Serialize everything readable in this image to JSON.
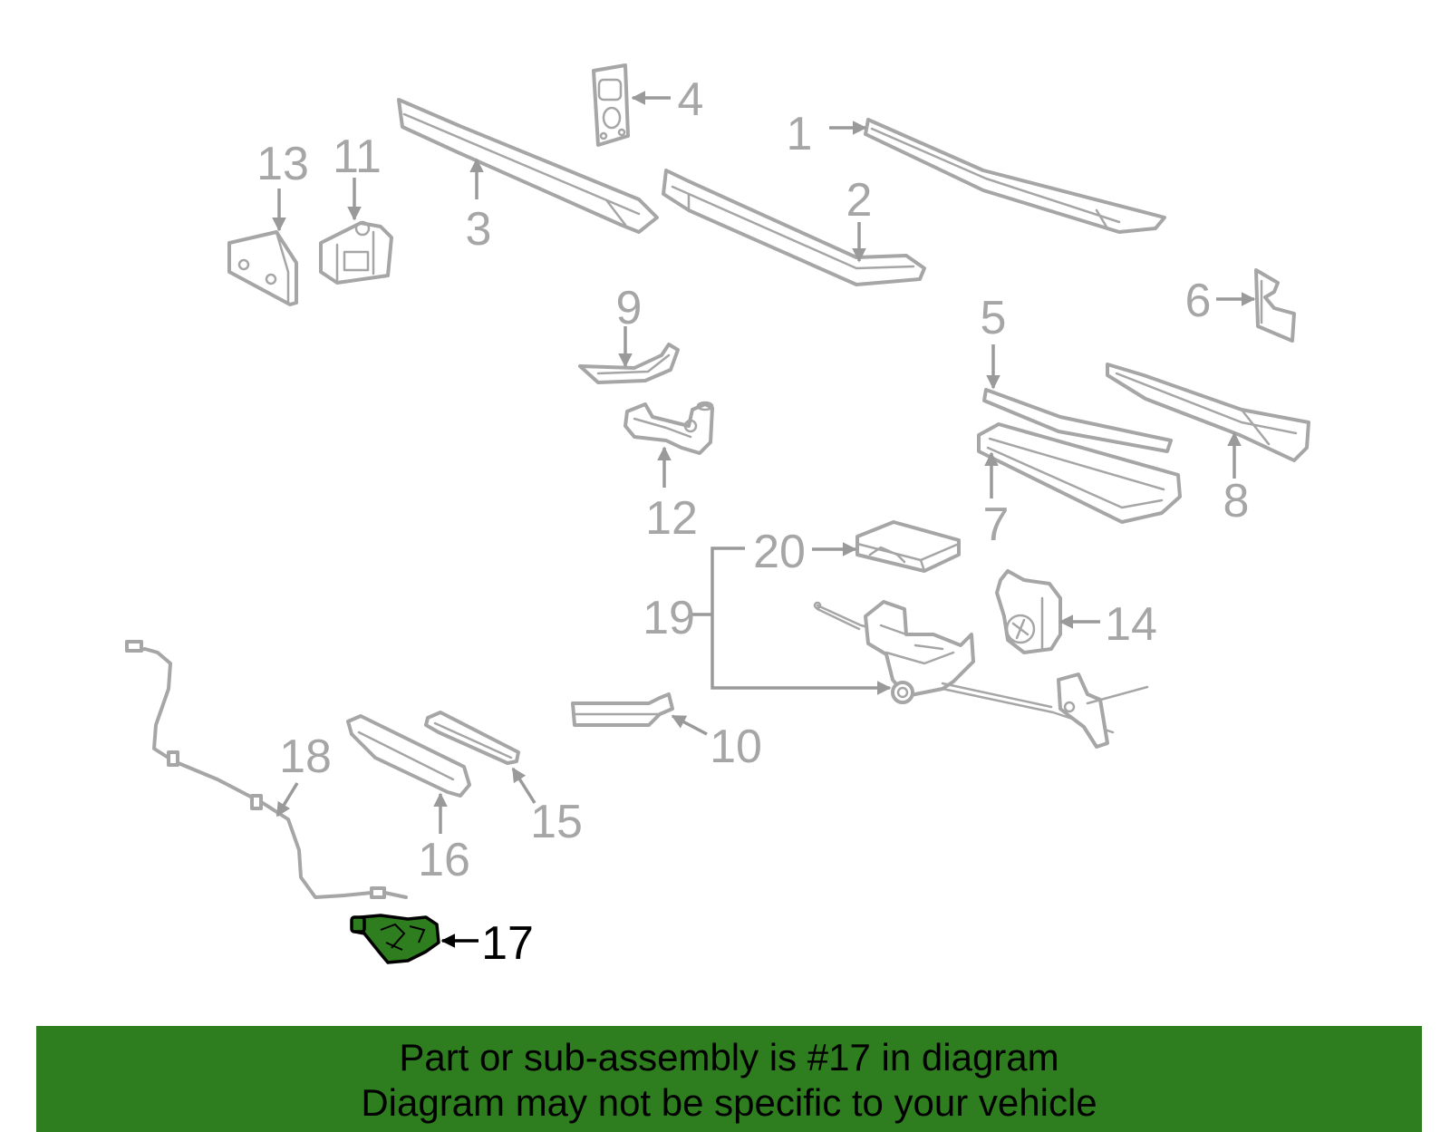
{
  "banner": {
    "line1": "Part or sub-assembly is #17 in diagram",
    "line2": "Diagram may not be specific to your vehicle",
    "color": "#2e7d1f"
  },
  "highlight": {
    "part_number": "17",
    "fill_color": "#2e7d1f"
  },
  "part_labels": {
    "p1": "1",
    "p2": "2",
    "p3": "3",
    "p4": "4",
    "p5": "5",
    "p6": "6",
    "p7": "7",
    "p8": "8",
    "p9": "9",
    "p10": "10",
    "p11": "11",
    "p12": "12",
    "p13": "13",
    "p14": "14",
    "p15": "15",
    "p16": "16",
    "p17": "17",
    "p18": "18",
    "p19": "19",
    "p20": "20"
  },
  "colors": {
    "line_art": "#a6a6a6",
    "highlight_label": "#000000"
  }
}
